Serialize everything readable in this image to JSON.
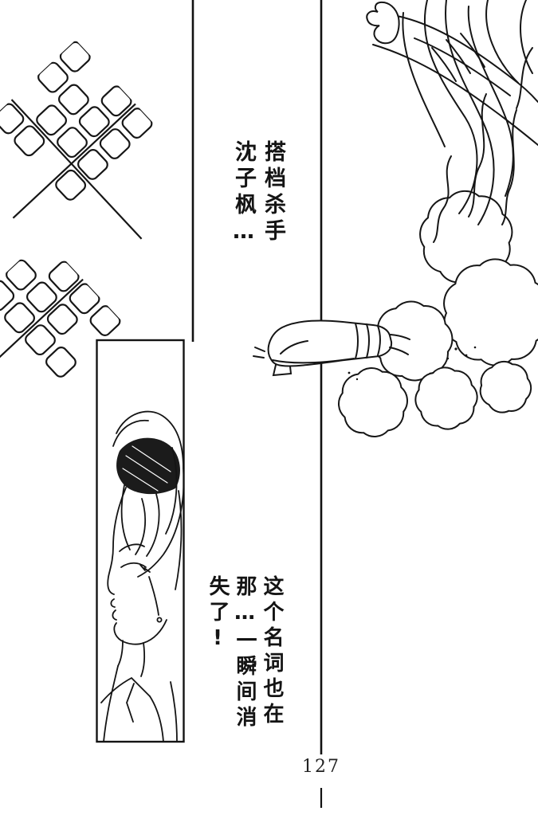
{
  "page_number": "127",
  "dialogues": {
    "top": {
      "cols": [
        "搭档杀手",
        "沈子枫…"
      ]
    },
    "bottom": {
      "cols": [
        "这个名词也在",
        "那…一瞬间消",
        "失了!"
      ]
    }
  },
  "colors": {
    "ink": "#141414",
    "paper": "#ffffff"
  }
}
